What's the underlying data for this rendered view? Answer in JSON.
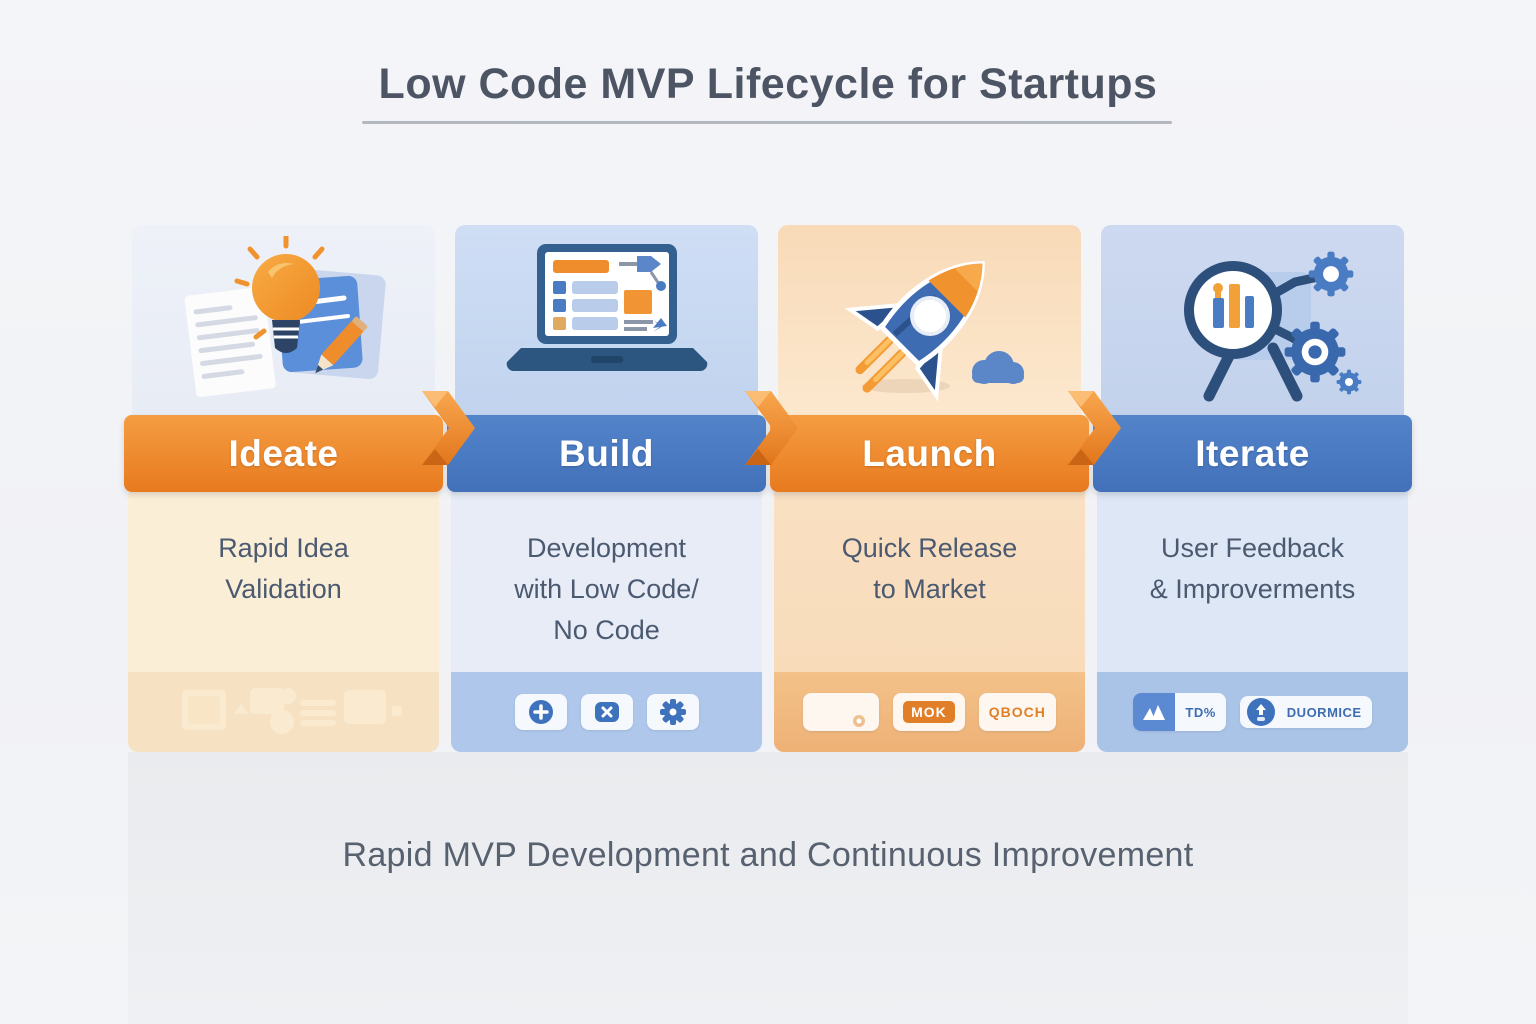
{
  "title": {
    "text": "Low Code MVP Lifecycle for Startups"
  },
  "footer": {
    "caption": "Rapid MVP Development and Continuous Improvement"
  },
  "colors": {
    "accent_orange": "#ee8625",
    "accent_blue": "#4a7ac2",
    "title_text": "#4d5565",
    "body_text": "#4b5a70",
    "footer_text": "#57616f"
  },
  "stages": [
    {
      "label": "Ideate",
      "theme": "orange",
      "icon": "lightbulb-document-idea",
      "desc": {
        "l1": "Rapid Idea",
        "l2": "Validation",
        "l3": ""
      },
      "strip": {
        "icons": [
          "ghost-shapes"
        ],
        "labels": []
      }
    },
    {
      "label": "Build",
      "theme": "blue",
      "icon": "laptop-app-builder",
      "desc": {
        "l1": "Development",
        "l2": "with Low Code/",
        "l3": "No Code"
      },
      "strip": {
        "icons": [
          "plus-icon",
          "cross-icon",
          "gear-icon"
        ],
        "labels": []
      }
    },
    {
      "label": "Launch",
      "theme": "orange",
      "icon": "rocket-launch",
      "desc": {
        "l1": "Quick Release",
        "l2": "to Market",
        "l3": ""
      },
      "strip": {
        "icons": [
          "card-icon"
        ],
        "labels": [
          "MOK",
          "QBOCH"
        ]
      }
    },
    {
      "label": "Iterate",
      "theme": "blue",
      "icon": "analytics-magnifier-gears",
      "desc": {
        "l1": "User Feedback",
        "l2": "& Improverments",
        "l3": ""
      },
      "strip": {
        "icons": [
          "chart-icon",
          "user-up-icon"
        ],
        "labels": [
          "TD%",
          "DUORMICE"
        ]
      }
    }
  ]
}
